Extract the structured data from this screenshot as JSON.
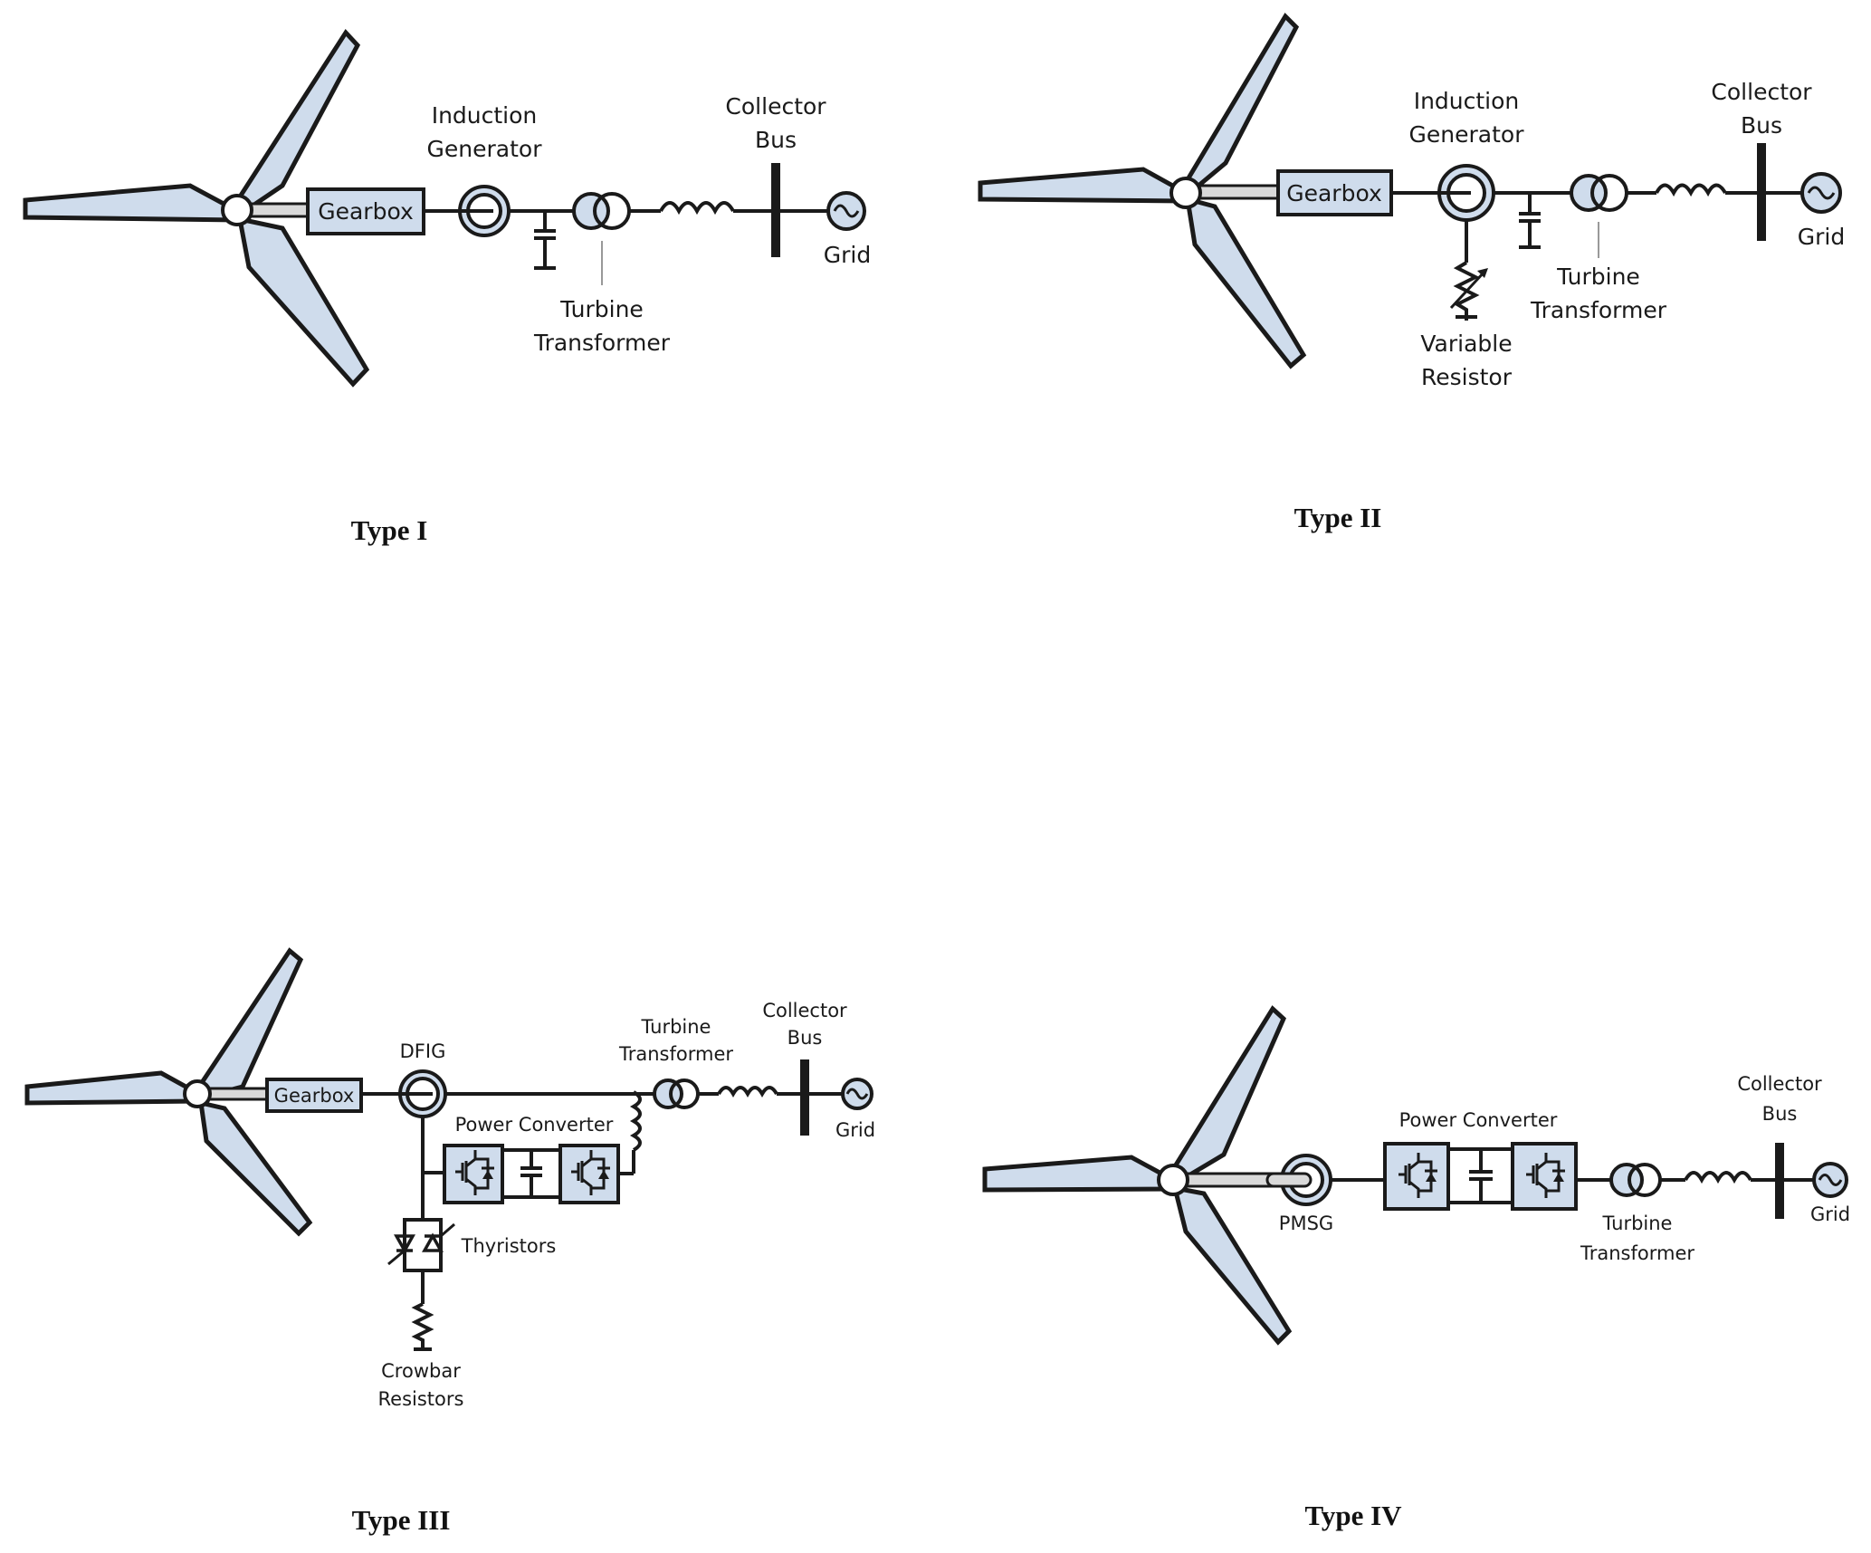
{
  "figure": {
    "colors": {
      "component_fill": "#cfdcec",
      "line": "#1a1a1a",
      "hub": "#ffffff",
      "shaft": "#d9d9d9"
    },
    "panels": [
      {
        "id": "type1",
        "title": "Type I",
        "labels": {
          "gearbox": "Gearbox",
          "generator_l1": "Induction",
          "generator_l2": "Generator",
          "transformer_l1": "Turbine",
          "transformer_l2": "Transformer",
          "bus_l1": "Collector",
          "bus_l2": "Bus",
          "grid": "Grid"
        }
      },
      {
        "id": "type2",
        "title": "Type  II",
        "labels": {
          "gearbox": "Gearbox",
          "generator_l1": "Induction",
          "generator_l2": "Generator",
          "resistor_l1": "Variable",
          "resistor_l2": "Resistor",
          "transformer_l1": "Turbine",
          "transformer_l2": "Transformer",
          "bus_l1": "Collector",
          "bus_l2": "Bus",
          "grid": "Grid"
        }
      },
      {
        "id": "type3",
        "title": "Type III",
        "labels": {
          "gearbox": "Gearbox",
          "generator": "DFIG",
          "converter": "Power Converter",
          "thyristors": "Thyristors",
          "crowbar_l1": "Crowbar",
          "crowbar_l2": "Resistors",
          "transformer_l1": "Turbine",
          "transformer_l2": "Transformer",
          "bus_l1": "Collector",
          "bus_l2": "Bus",
          "grid": "Grid"
        }
      },
      {
        "id": "type4",
        "title": "Type IV",
        "labels": {
          "generator": "PMSG",
          "converter": "Power Converter",
          "transformer_l1": "Turbine",
          "transformer_l2": "Transformer",
          "bus_l1": "Collector",
          "bus_l2": "Bus",
          "grid": "Grid"
        }
      }
    ]
  }
}
